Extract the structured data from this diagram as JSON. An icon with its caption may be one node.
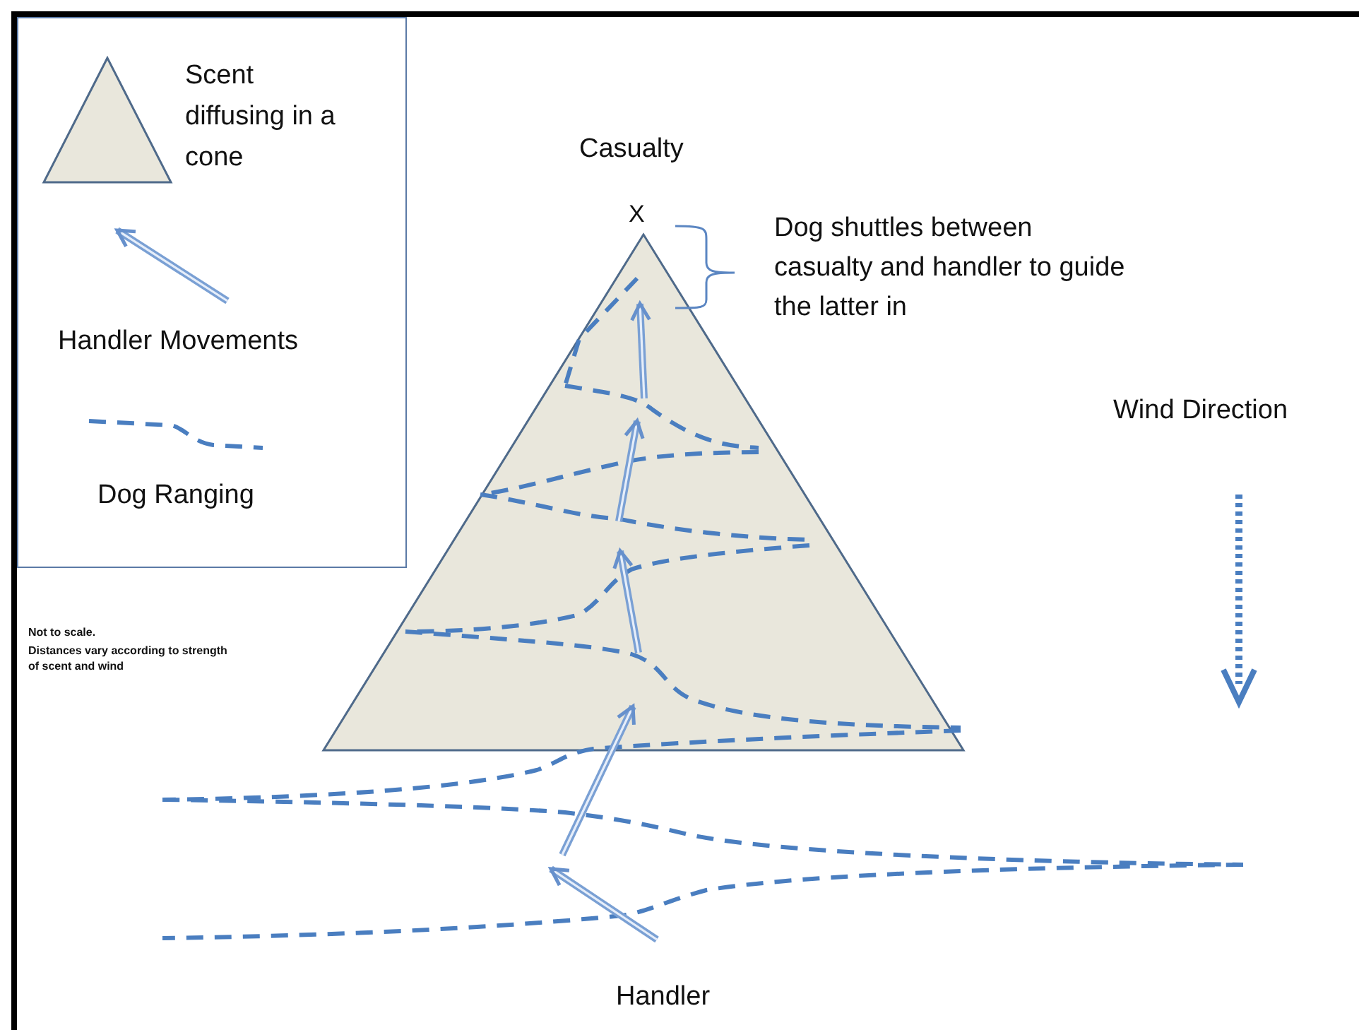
{
  "diagram": {
    "nodes": [
      {
        "text": [],
        "shape": "triangle"
      }
    ],
    "labels": [
      "Casualty",
      "X",
      "Dog shuttles between casualty and handler to guide the latter in",
      "Wind Direction",
      "Not to scale.",
      "Distances vary according to strength of scent and wind",
      "Handler"
    ],
    "legend": [
      {
        "text": "Scent diffusing in a cone"
      },
      {
        "text": "Handler Movements"
      },
      {
        "text": "Dog Ranging"
      }
    ]
  }
}
